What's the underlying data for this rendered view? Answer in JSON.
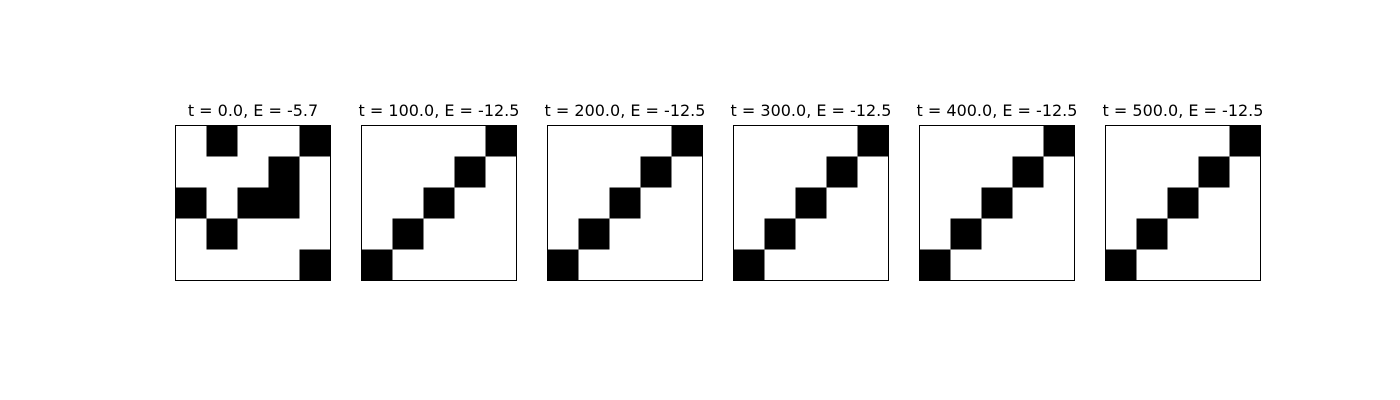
{
  "colors": {
    "background": "#ffffff",
    "filled_cell": "#000000",
    "empty_cell": "#ffffff",
    "frame": "#000000"
  },
  "chart_data": [
    {
      "type": "heatmap",
      "title": "t = 0.0, E = -5.7",
      "t": 0.0,
      "E": -5.7,
      "grid": [
        [
          0,
          1,
          0,
          0,
          1
        ],
        [
          0,
          0,
          0,
          1,
          0
        ],
        [
          1,
          0,
          1,
          1,
          0
        ],
        [
          0,
          1,
          0,
          0,
          0
        ],
        [
          0,
          0,
          0,
          0,
          1
        ]
      ]
    },
    {
      "type": "heatmap",
      "title": "t = 100.0, E = -12.5",
      "t": 100.0,
      "E": -12.5,
      "grid": [
        [
          0,
          0,
          0,
          0,
          1
        ],
        [
          0,
          0,
          0,
          1,
          0
        ],
        [
          0,
          0,
          1,
          0,
          0
        ],
        [
          0,
          1,
          0,
          0,
          0
        ],
        [
          1,
          0,
          0,
          0,
          0
        ]
      ]
    },
    {
      "type": "heatmap",
      "title": "t = 200.0, E = -12.5",
      "t": 200.0,
      "E": -12.5,
      "grid": [
        [
          0,
          0,
          0,
          0,
          1
        ],
        [
          0,
          0,
          0,
          1,
          0
        ],
        [
          0,
          0,
          1,
          0,
          0
        ],
        [
          0,
          1,
          0,
          0,
          0
        ],
        [
          1,
          0,
          0,
          0,
          0
        ]
      ]
    },
    {
      "type": "heatmap",
      "title": "t = 300.0, E = -12.5",
      "t": 300.0,
      "E": -12.5,
      "grid": [
        [
          0,
          0,
          0,
          0,
          1
        ],
        [
          0,
          0,
          0,
          1,
          0
        ],
        [
          0,
          0,
          1,
          0,
          0
        ],
        [
          0,
          1,
          0,
          0,
          0
        ],
        [
          1,
          0,
          0,
          0,
          0
        ]
      ]
    },
    {
      "type": "heatmap",
      "title": "t = 400.0, E = -12.5",
      "t": 400.0,
      "E": -12.5,
      "grid": [
        [
          0,
          0,
          0,
          0,
          1
        ],
        [
          0,
          0,
          0,
          1,
          0
        ],
        [
          0,
          0,
          1,
          0,
          0
        ],
        [
          0,
          1,
          0,
          0,
          0
        ],
        [
          1,
          0,
          0,
          0,
          0
        ]
      ]
    },
    {
      "type": "heatmap",
      "title": "t = 500.0, E = -12.5",
      "t": 500.0,
      "E": -12.5,
      "grid": [
        [
          0,
          0,
          0,
          0,
          1
        ],
        [
          0,
          0,
          0,
          1,
          0
        ],
        [
          0,
          0,
          1,
          0,
          0
        ],
        [
          0,
          1,
          0,
          0,
          0
        ],
        [
          1,
          0,
          0,
          0,
          0
        ]
      ]
    }
  ]
}
